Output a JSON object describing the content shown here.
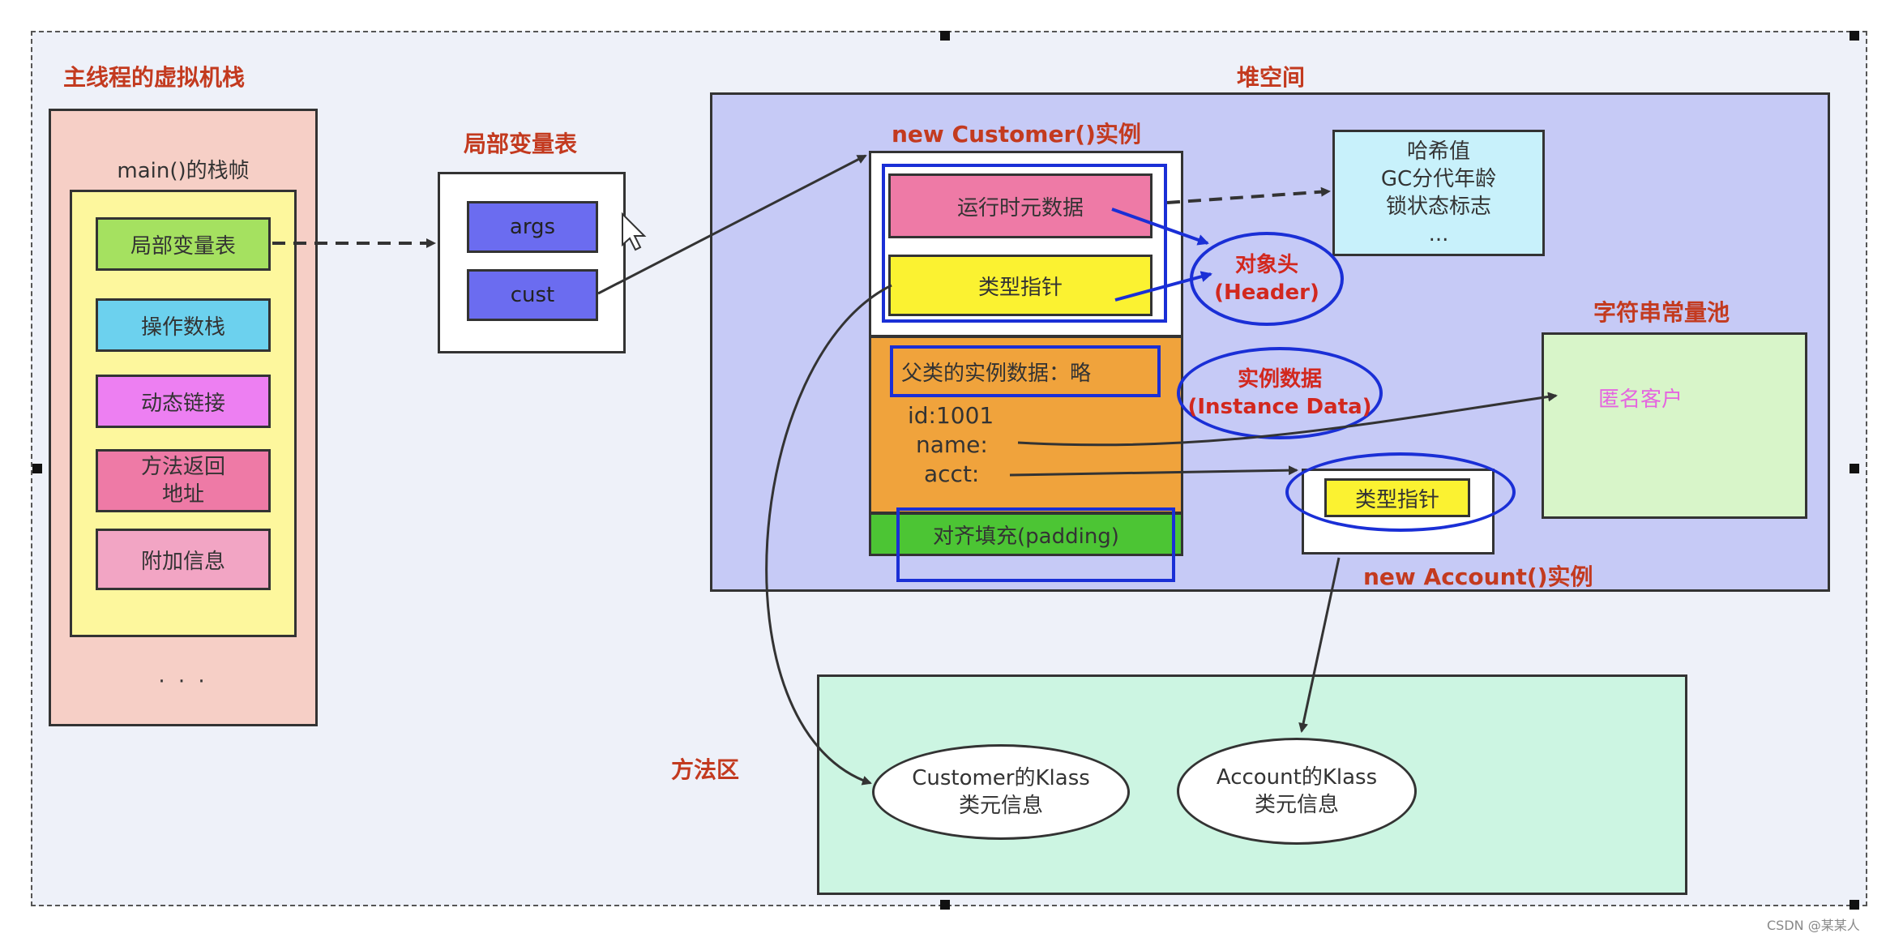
{
  "jvm_stack": {
    "title": "主线程的虚拟机栈",
    "frame_title": "main()的栈帧",
    "frame_items": [
      "局部变量表",
      "操作数栈",
      "动态链接",
      "方法返回\n地址",
      "附加信息"
    ],
    "ellipsis": "· · ·"
  },
  "local_vars": {
    "title": "局部变量表",
    "items": [
      "args",
      "cust"
    ]
  },
  "heap": {
    "title": "堆空间",
    "customer_title": "new Customer()实例",
    "runtime_data": "运行时元数据",
    "type_pointer": "类型指针",
    "parent_data": "父类的实例数据：略",
    "fields": [
      "id:1001",
      "name:",
      "acct:"
    ],
    "padding": "对齐填充(padding)",
    "meta_info": [
      "哈希值",
      "GC分代年龄",
      "锁状态标志",
      "..."
    ],
    "header_label": [
      "对象头",
      "(Header)"
    ],
    "instance_label": [
      "实例数据",
      "(Instance Data)"
    ],
    "string_pool_title": "字符串常量池",
    "string_pool_item": "匿名客户",
    "account_type_pointer": "类型指针",
    "account_title": "new Account()实例"
  },
  "method_area": {
    "title": "方法区",
    "klasses": [
      {
        "line1": "Customer的Klass",
        "line2": "类元信息"
      },
      {
        "line1": "Account的Klass",
        "line2": "类元信息"
      }
    ]
  },
  "watermark": "CSDN @某某人"
}
